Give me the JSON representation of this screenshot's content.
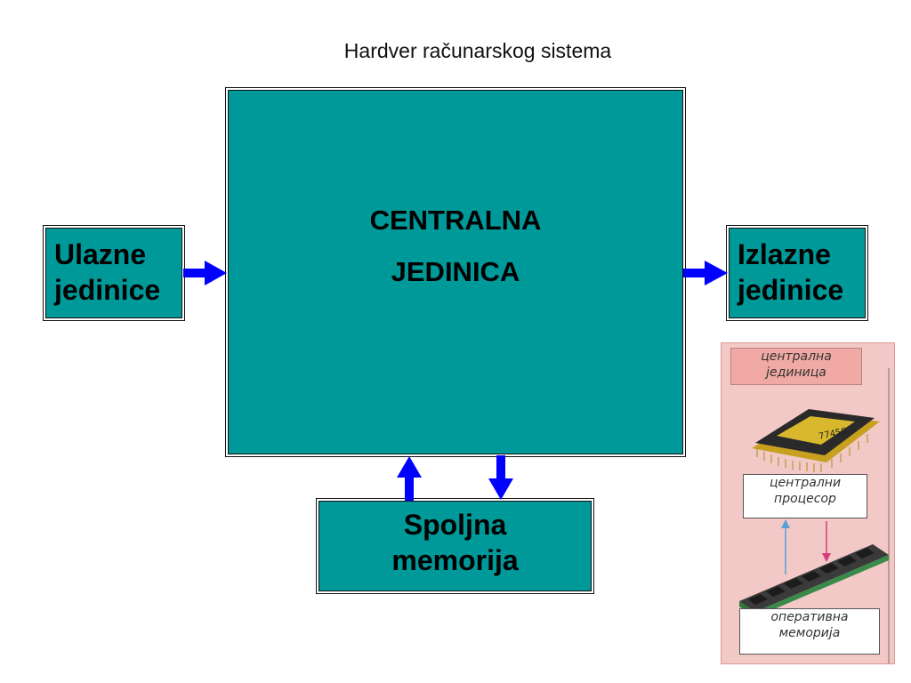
{
  "title": "Hardver računarskog sistema",
  "central_unit": {
    "line1": "CENTRALNA",
    "line2": "JEDINICA"
  },
  "input_units": {
    "line1": "Ulazne",
    "line2": "jedinice"
  },
  "output_units": {
    "line1": "Izlazne",
    "line2": "jedinice"
  },
  "external_memory": {
    "line1": "Spoljna",
    "line2": "memorija"
  },
  "illustration": {
    "cpu_header": {
      "line1": "централна",
      "line2": "јединица"
    },
    "chip_marking": "77456",
    "processor_label": {
      "line1": "централни",
      "line2": "процесор"
    },
    "ram_label": {
      "line1": "оперативна",
      "line2": "меморија"
    }
  },
  "colors": {
    "box_fill": "#009999",
    "arrow": "#0000ff",
    "illustration_bg": "#f2c9c6",
    "illustration_header": "#f0a9a4",
    "upward_arrow": "#5aa0d8",
    "downward_arrow": "#d83a7a"
  }
}
